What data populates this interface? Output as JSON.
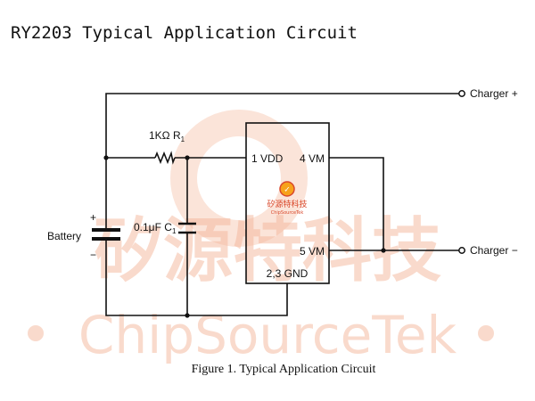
{
  "page": {
    "title": "RY2203 Typical Application Circuit",
    "caption": "Figure 1. Typical Application Circuit"
  },
  "watermark": {
    "chinese": "矽源特科技",
    "english": "ChipSourceTek"
  },
  "chip": {
    "pin1": "1 VDD",
    "pin4": "4 VM",
    "pin5": "5 VM",
    "pin_gnd": "2,3 GND",
    "logo_cn": "矽源特科技",
    "logo_en": "ChipSourceTek"
  },
  "components": {
    "resistor_value": "1KΩ R",
    "resistor_sub": "1",
    "capacitor_value": "0.1μF C",
    "capacitor_sub": "1",
    "battery_label": "Battery",
    "battery_plus": "+",
    "battery_minus": "−"
  },
  "terminals": {
    "charger_plus": "Charger +",
    "charger_minus": "Charger −"
  },
  "colors": {
    "line": "#111111",
    "watermark": "#f4b69a",
    "logo": "#d9482b"
  }
}
